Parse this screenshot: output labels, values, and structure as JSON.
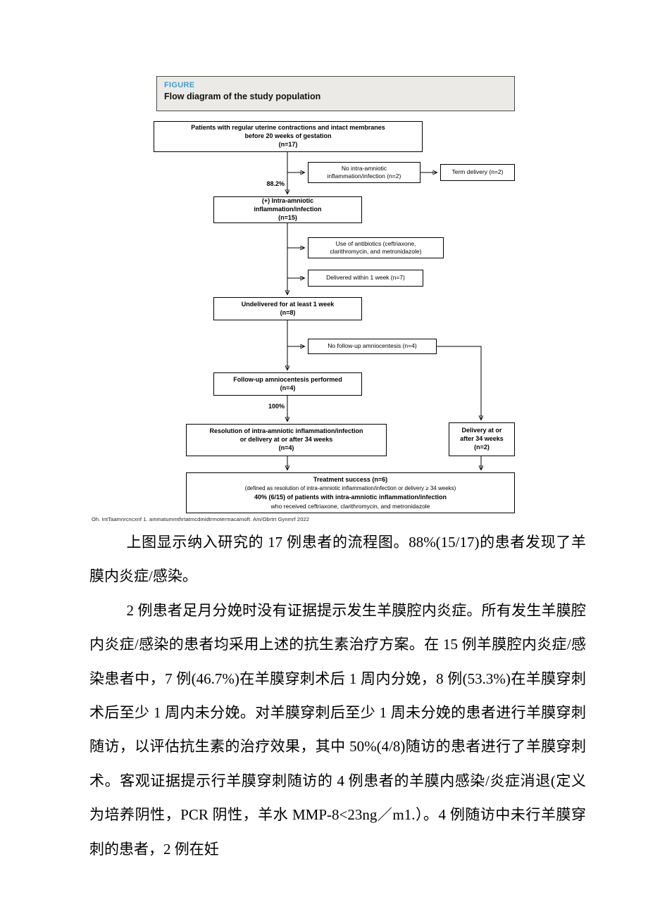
{
  "figure": {
    "label": "FIGURE",
    "title": "Flow diagram of the study population",
    "boxes": {
      "patients": "Patients with regular uterine contractions and intact membranes\nbefore 20 weeks of gestation\n(n=17)",
      "no_iai": "No intra-amniotic\ninflammation/infection (n=2)",
      "term_delivery": "Term delivery (n=2)",
      "iai_positive": "(+) Intra-amniotic\ninflammation/infection\n(n=15)",
      "antibiotics": "Use of antibiotics (ceftriaxone,\nclarithromycin, and metronidazole)",
      "delivered_1wk": "Delivered within 1 week (n=7)",
      "undelivered": "Undelivered for at least 1 week\n(n=8)",
      "no_followup": "No follow-up amniocentesis (n=4)",
      "followup": "Follow-up amniocentesis performed\n(n=4)",
      "resolution": "Resolution of intra-amniotic inflammation/infection\nor delivery at or after 34 weeks\n(n=4)",
      "delivery_34wk": "Delivery at or\nafter 34 weeks\n(n=2)"
    },
    "treatment": {
      "line1": "Treatment success (n=6)",
      "line2": "(defined as resolution of intra-amniotic inflammation/infection or delivery ≥ 34 weeks)",
      "line3": "40% (6/15) of patients with intra-amniotic inflammation/infection",
      "line4": "who received ceftriaxone, clarithromycin, and metronidazole"
    },
    "labels": {
      "pct_882": "88.2%",
      "pct_100": "100%"
    },
    "caption": "Oh. IntTaamnrcncxnf 1. ammatummthrtatmcdmidtrmotermacamoft. Am/Obrtrt Gynmrf 2022"
  },
  "body": {
    "paragraphs": [
      "上图显示纳入研究的 17 例患者的流程图。88%(15/17)的患者发现了羊膜内炎症/感染。",
      "2 例患者足月分娩时没有证据提示发生羊膜腔内炎症。所有发生羊膜腔内炎症/感染的患者均采用上述的抗生素治疗方案。在 15 例羊膜腔内炎症/感染患者中，7 例(46.7%)在羊膜穿刺术后 1 周内分娩，8 例(53.3%)在羊膜穿刺术后至少 1 周内未分娩。对羊膜穿刺后至少 1 周未分娩的患者进行羊膜穿刺随访，以评估抗生素的治疗效果，其中 50%(4/8)随访的患者进行了羊膜穿刺术。客观证据提示行羊膜穿刺随访的 4 例患者的羊膜内感染/炎症消退(定义为培养阴性，PCR 阴性，羊水 MMP-8<23ng／m1.）。4 例随访中未行羊膜穿刺的患者，2 例在妊"
    ]
  },
  "colors": {
    "figure_label": "#2fa3dc",
    "header_bg": "#eceae7"
  }
}
